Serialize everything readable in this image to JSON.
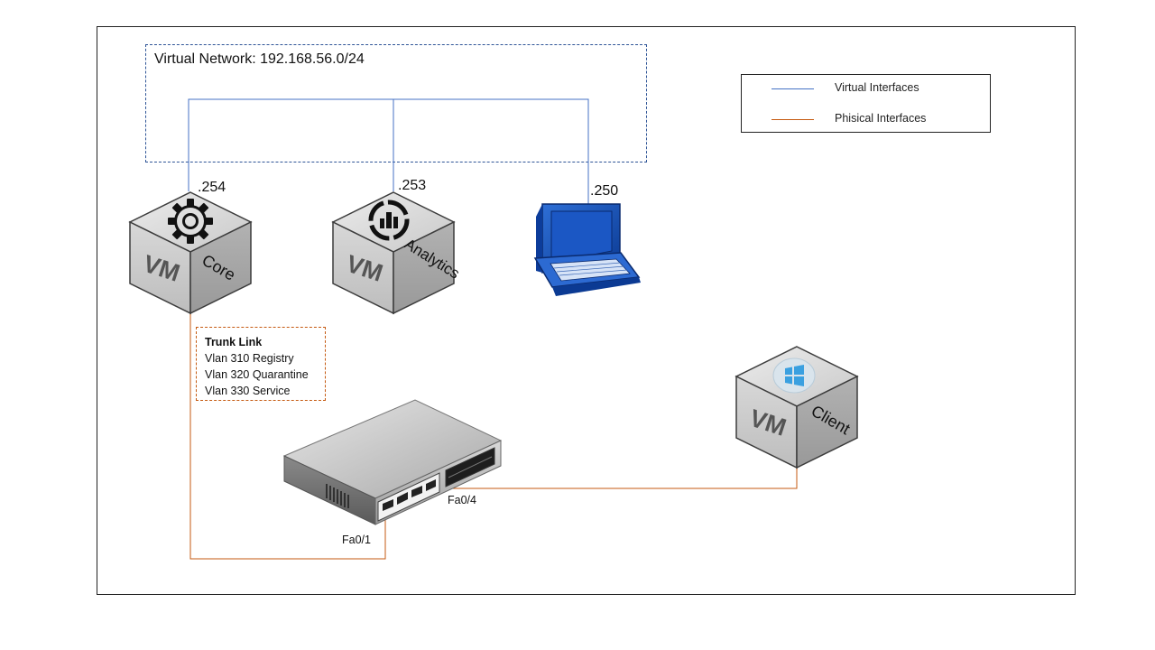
{
  "virtual_network": {
    "title": "Virtual Network: 192.168.56.0/24"
  },
  "legend": {
    "virtual": {
      "label": "Virtual Interfaces",
      "color": "#4472c4"
    },
    "physical": {
      "label": "Phisical Interfaces",
      "color": "#c55a11"
    }
  },
  "nodes": {
    "core": {
      "ip": ".254",
      "vm_text": "VM",
      "label": "Core",
      "icon": "gear-icon"
    },
    "analytics": {
      "ip": ".253",
      "vm_text": "VM",
      "label": "Analytics",
      "icon": "analytics-gauge-icon"
    },
    "workstation": {
      "ip": ".250",
      "icon": "computer-icon"
    },
    "client": {
      "vm_text": "VM",
      "label": "Client",
      "icon": "windows-logo-icon"
    },
    "switch": {
      "icon": "network-switch-icon"
    }
  },
  "trunk": {
    "title": "Trunk Link",
    "items": [
      "Vlan 310 Registry",
      "Vlan 320 Quarantine",
      "Vlan 330 Service"
    ]
  },
  "ports": {
    "fa01": "Fa0/1",
    "fa04": "Fa0/4"
  }
}
